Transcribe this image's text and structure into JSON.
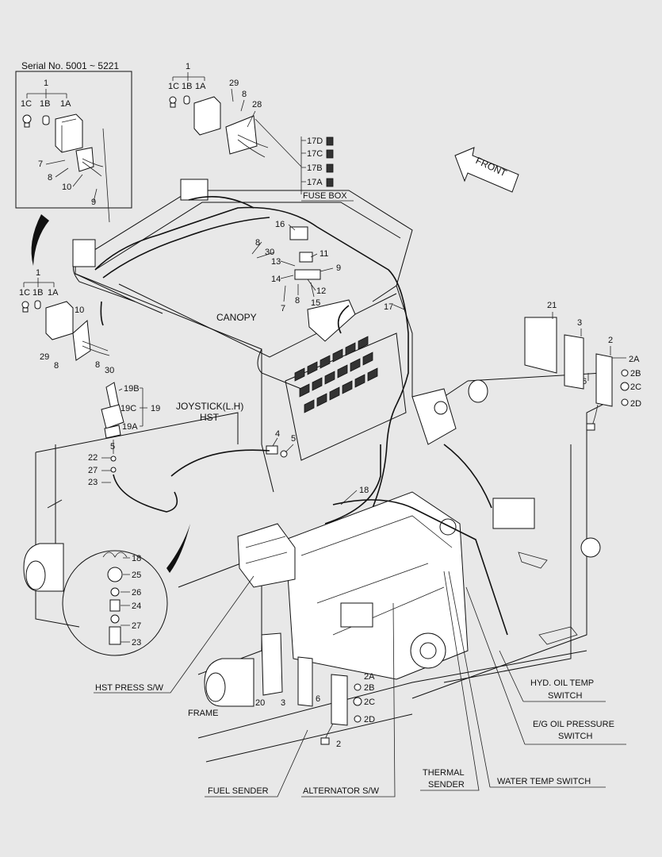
{
  "inset": {
    "serial": "Serial No. 5001 ~ 5221",
    "labels": [
      "1",
      "1C",
      "1B",
      "1A",
      "7",
      "8",
      "10",
      "9"
    ]
  },
  "top_lamp": {
    "labels": [
      "1",
      "1C",
      "1B",
      "1A",
      "29",
      "8",
      "28"
    ]
  },
  "fuse_box": {
    "labels": [
      "17D",
      "17C",
      "17B",
      "17A"
    ],
    "caption": "FUSE BOX"
  },
  "front": "FRONT",
  "center_parts": [
    "16",
    "8",
    "30",
    "11",
    "13",
    "9",
    "14",
    "12",
    "7",
    "8",
    "15",
    "17"
  ],
  "canopy": "CANOPY",
  "left_lamp": {
    "labels": [
      "1",
      "1C",
      "1B",
      "1A",
      "10",
      "29",
      "8",
      "8",
      "30"
    ]
  },
  "joystick": {
    "title": "JOYSTICK(L.H)",
    "subtitle": "HST",
    "labels": [
      "19B",
      "19C",
      "19",
      "19A",
      "5",
      "22",
      "27",
      "23"
    ]
  },
  "connectors": [
    "4",
    "5",
    "18"
  ],
  "detail_circle": [
    "18",
    "25",
    "26",
    "24",
    "27",
    "23"
  ],
  "right_lamp": {
    "labels": [
      "21",
      "3",
      "2",
      "2A",
      "2B",
      "2C",
      "6",
      "2D"
    ]
  },
  "bottom_lamp": {
    "labels": [
      "2A",
      "2B",
      "2C",
      "6",
      "2D",
      "20",
      "3",
      "2"
    ]
  },
  "callouts": {
    "hst_press": "HST PRESS S/W",
    "frame": "FRAME",
    "fuel_sender": "FUEL SENDER",
    "alternator": "ALTERNATOR S/W",
    "thermal_1": "THERMAL",
    "thermal_2": "SENDER",
    "water_temp": "WATER TEMP SWITCH",
    "hyd_oil_1": "HYD. OIL TEMP",
    "hyd_oil_2": "SWITCH",
    "eg_oil_1": "E/G OIL PRESSURE",
    "eg_oil_2": "SWITCH"
  },
  "colors": {
    "background": "#e8e8e8",
    "ink": "#111111"
  }
}
